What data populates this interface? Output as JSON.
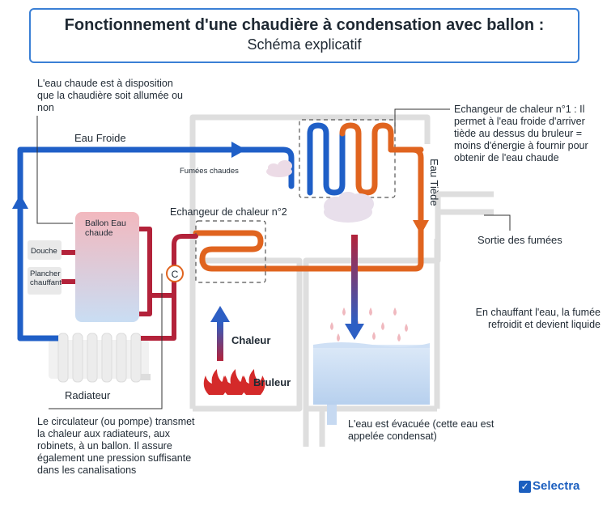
{
  "title": "Fonctionnement d'une chaudière à condensation avec ballon :",
  "subtitle": "Schéma explicatif",
  "labels": {
    "eau_froide": "Eau Froide",
    "eau_tiede": "Eau Tiède",
    "fumees_chaudes": "Fumées chaudes",
    "ballon": "Ballon Eau chaude",
    "douche": "Douche",
    "plancher": "Plancher chauffant",
    "circulateur_symbol": "C",
    "radiateur": "Radiateur",
    "echangeur2": "Echangeur de chaleur n°2",
    "chaleur": "Chaleur",
    "bruleur": "Bruleur",
    "sortie_fumees": "Sortie des fumées"
  },
  "notes": {
    "eau_chaude": "L'eau chaude est à disposition que la chaudière soit allumée ou non",
    "echangeur1": "Echangeur de chaleur n°1 : Il permet à l'eau froide d'arriver tiède au dessus du bruleur = moins d'énergie à fournir pour obtenir de l'eau chaude",
    "condensation": "En chauffant l'eau, la fumée refroidit et devient liquide",
    "circulateur": "Le circulateur (ou pompe) transmet la chaleur aux radiateurs, aux robinets, à un ballon. Il assure également une pression suffisante dans les canalisations",
    "condensat": "L'eau est évacuée (cette eau est appelée condensat)"
  },
  "logo": "Selectra",
  "colors": {
    "cold": "#1f5fc7",
    "warm": "#e0641f",
    "hot": "#b3223a",
    "frame": "#dcdcdc",
    "accent": "#3a7fd5"
  }
}
